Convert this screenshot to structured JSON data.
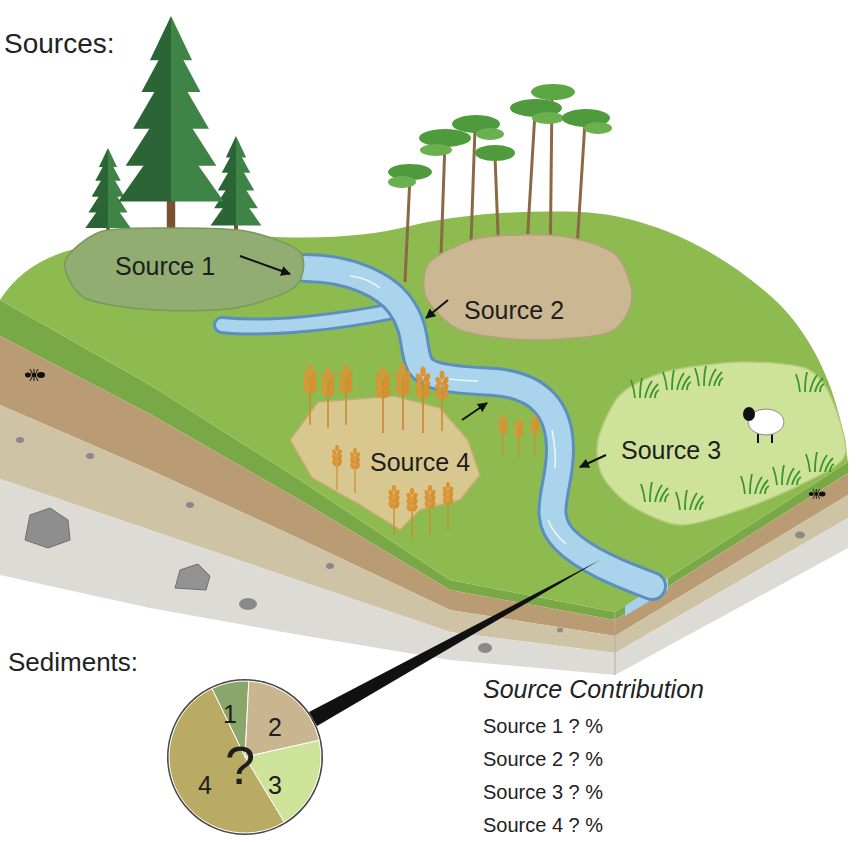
{
  "diagram": {
    "nodes": [
      {
        "text": [
          "Source 1"
        ]
      },
      {
        "text": [
          "Source 2"
        ]
      },
      {
        "text": [
          "Source 3"
        ]
      },
      {
        "text": [
          "Source 4"
        ]
      },
      {
        "text": [
          "?"
        ]
      },
      {
        "text": [
          "1"
        ],
        "in": 4
      },
      {
        "text": [
          "2"
        ],
        "in": 4
      },
      {
        "text": [
          "3"
        ],
        "in": 4
      },
      {
        "text": [
          "4"
        ],
        "in": 4
      }
    ],
    "labels": [
      "Sources:",
      "Sediments:",
      "Source Contribution",
      "Source 1 ? %",
      "Source 2 ? %",
      "Source 3 ? %",
      "Source 4 ? %"
    ]
  }
}
